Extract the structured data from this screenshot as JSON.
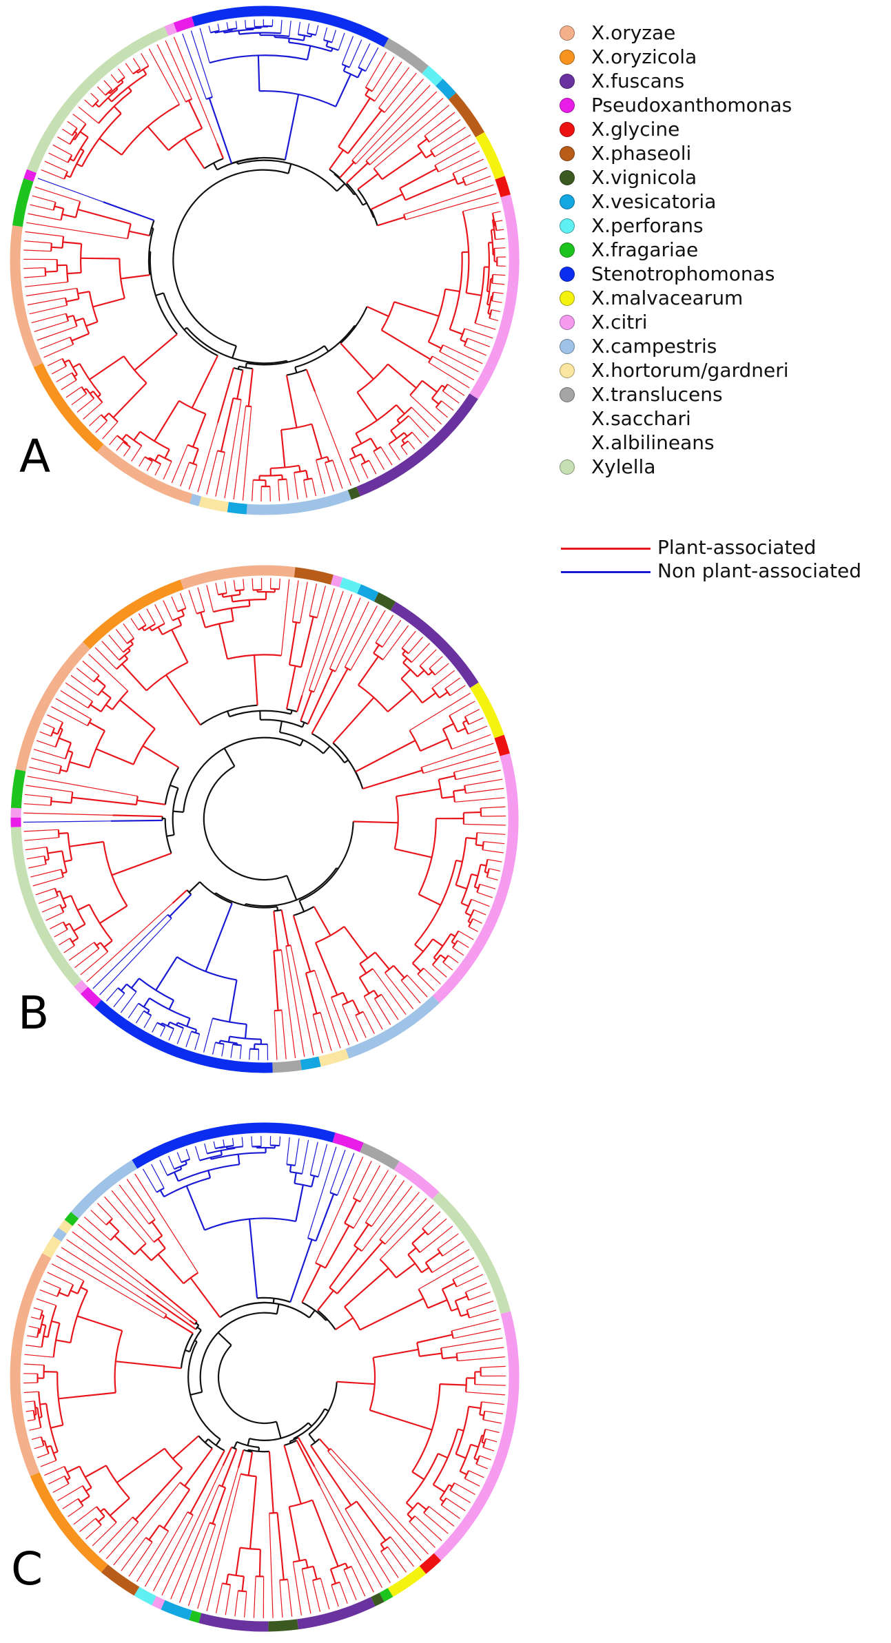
{
  "panels": [
    {
      "letter": "A"
    },
    {
      "letter": "B"
    },
    {
      "letter": "C"
    }
  ],
  "groups": [
    {
      "label": "X.oryzae",
      "color": "#f4b08a"
    },
    {
      "label": "X.oryzicola",
      "color": "#f7931e"
    },
    {
      "label": "X.fuscans",
      "color": "#6a329f"
    },
    {
      "label": "Pseudoxanthomonas",
      "color": "#e81ee8"
    },
    {
      "label": "X.glycine",
      "color": "#ee1111"
    },
    {
      "label": "X.phaseoli",
      "color": "#b85c1a"
    },
    {
      "label": "X.vignicola",
      "color": "#3b5a22"
    },
    {
      "label": "X.vesicatoria",
      "color": "#13a6e0"
    },
    {
      "label": "X.perforans",
      "color": "#5ff0f4"
    },
    {
      "label": "X.fragariae",
      "color": "#1ec41e"
    },
    {
      "label": "Stenotrophomonas",
      "color": "#0b2df0"
    },
    {
      "label": "X.malvacearum",
      "color": "#f6f210"
    },
    {
      "label": "X.citri",
      "color": "#f59bf0"
    },
    {
      "label": "X.campestris",
      "color": "#9fc3e6"
    },
    {
      "label": "X.hortorum/gardneri",
      "color": "#fae6a0"
    },
    {
      "label": "X.translucens",
      "color": "#a5a5a5"
    },
    {
      "label": "X.sacchari",
      "color": "#ffffff"
    },
    {
      "label": "X.albilineans",
      "color": "#ffffff"
    },
    {
      "label": "Xylella",
      "color": "#c6e0b4"
    }
  ],
  "association_legend": [
    {
      "label": "Plant-associated",
      "color": "#e8161c"
    },
    {
      "label": "Non plant-associated",
      "color": "#1a1ad4"
    }
  ],
  "ring_sequences": [
    [
      [
        "X.citri",
        22
      ],
      [
        "X.fuscans",
        16
      ],
      [
        "X.vignicola",
        1
      ],
      [
        "X.campestris",
        11
      ],
      [
        "X.vesicatoria",
        2
      ],
      [
        "X.hortorum/gardneri",
        3
      ],
      [
        "X.campestris",
        1
      ],
      [
        "X.oryzae",
        11
      ],
      [
        "X.oryzicola",
        11
      ],
      [
        "X.oryzae",
        15
      ],
      [
        "X.fragariae",
        5
      ],
      [
        "Pseudoxanthomonas",
        1
      ],
      [
        "Xylella",
        21
      ],
      [
        "X.citri",
        1
      ],
      [
        "Pseudoxanthomonas",
        2
      ],
      [
        "Stenotrophomonas",
        21
      ],
      [
        "X.translucens",
        5
      ],
      [
        "X.perforans",
        2
      ],
      [
        "X.vesicatoria",
        2
      ],
      [
        "X.phaseoli",
        5
      ],
      [
        "X.malvacearum",
        5
      ],
      [
        "X.glycine",
        2
      ]
    ],
    [
      [
        "X.citri",
        28
      ],
      [
        "X.campestris",
        11
      ],
      [
        "X.hortorum/gardneri",
        3
      ],
      [
        "X.vesicatoria",
        2
      ],
      [
        "X.translucens",
        3
      ],
      [
        "Stenotrophomonas",
        20
      ],
      [
        "Pseudoxanthomonas",
        2
      ],
      [
        "X.citri",
        1
      ],
      [
        "Xylella",
        18
      ],
      [
        "Pseudoxanthomonas",
        1
      ],
      [
        "X.citri",
        1
      ],
      [
        "X.fragariae",
        4
      ],
      [
        "X.oryzae",
        15
      ],
      [
        "X.oryzicola",
        12
      ],
      [
        "X.oryzae",
        12
      ],
      [
        "X.phaseoli",
        4
      ],
      [
        "X.citri",
        1
      ],
      [
        "X.perforans",
        2
      ],
      [
        "X.vesicatoria",
        2
      ],
      [
        "X.vignicola",
        2
      ],
      [
        "X.fuscans",
        12
      ],
      [
        "X.malvacearum",
        6
      ],
      [
        "X.glycine",
        2
      ]
    ],
    [
      [
        "X.citri",
        27
      ],
      [
        "X.glycine",
        2
      ],
      [
        "X.malvacearum",
        4
      ],
      [
        "X.fragariae",
        1
      ],
      [
        "X.vignicola",
        1
      ],
      [
        "X.fuscans",
        8
      ],
      [
        "X.vignicola",
        3
      ],
      [
        "X.fuscans",
        7
      ],
      [
        "X.fragariae",
        1
      ],
      [
        "X.vesicatoria",
        3
      ],
      [
        "X.citri",
        1
      ],
      [
        "X.perforans",
        2
      ],
      [
        "X.phaseoli",
        4
      ],
      [
        "X.oryzicola",
        12
      ],
      [
        "X.oryzae",
        23
      ],
      [
        "X.hortorum/gardneri",
        2
      ],
      [
        "X.campestris",
        1
      ],
      [
        "X.hortorum/gardneri",
        1
      ],
      [
        "X.fragariae",
        1
      ],
      [
        "X.campestris",
        8
      ],
      [
        "Stenotrophomonas",
        21
      ],
      [
        "Pseudoxanthomonas",
        3
      ],
      [
        "X.translucens",
        4
      ],
      [
        "X.citri",
        5
      ],
      [
        "Xylella",
        14
      ]
    ]
  ]
}
